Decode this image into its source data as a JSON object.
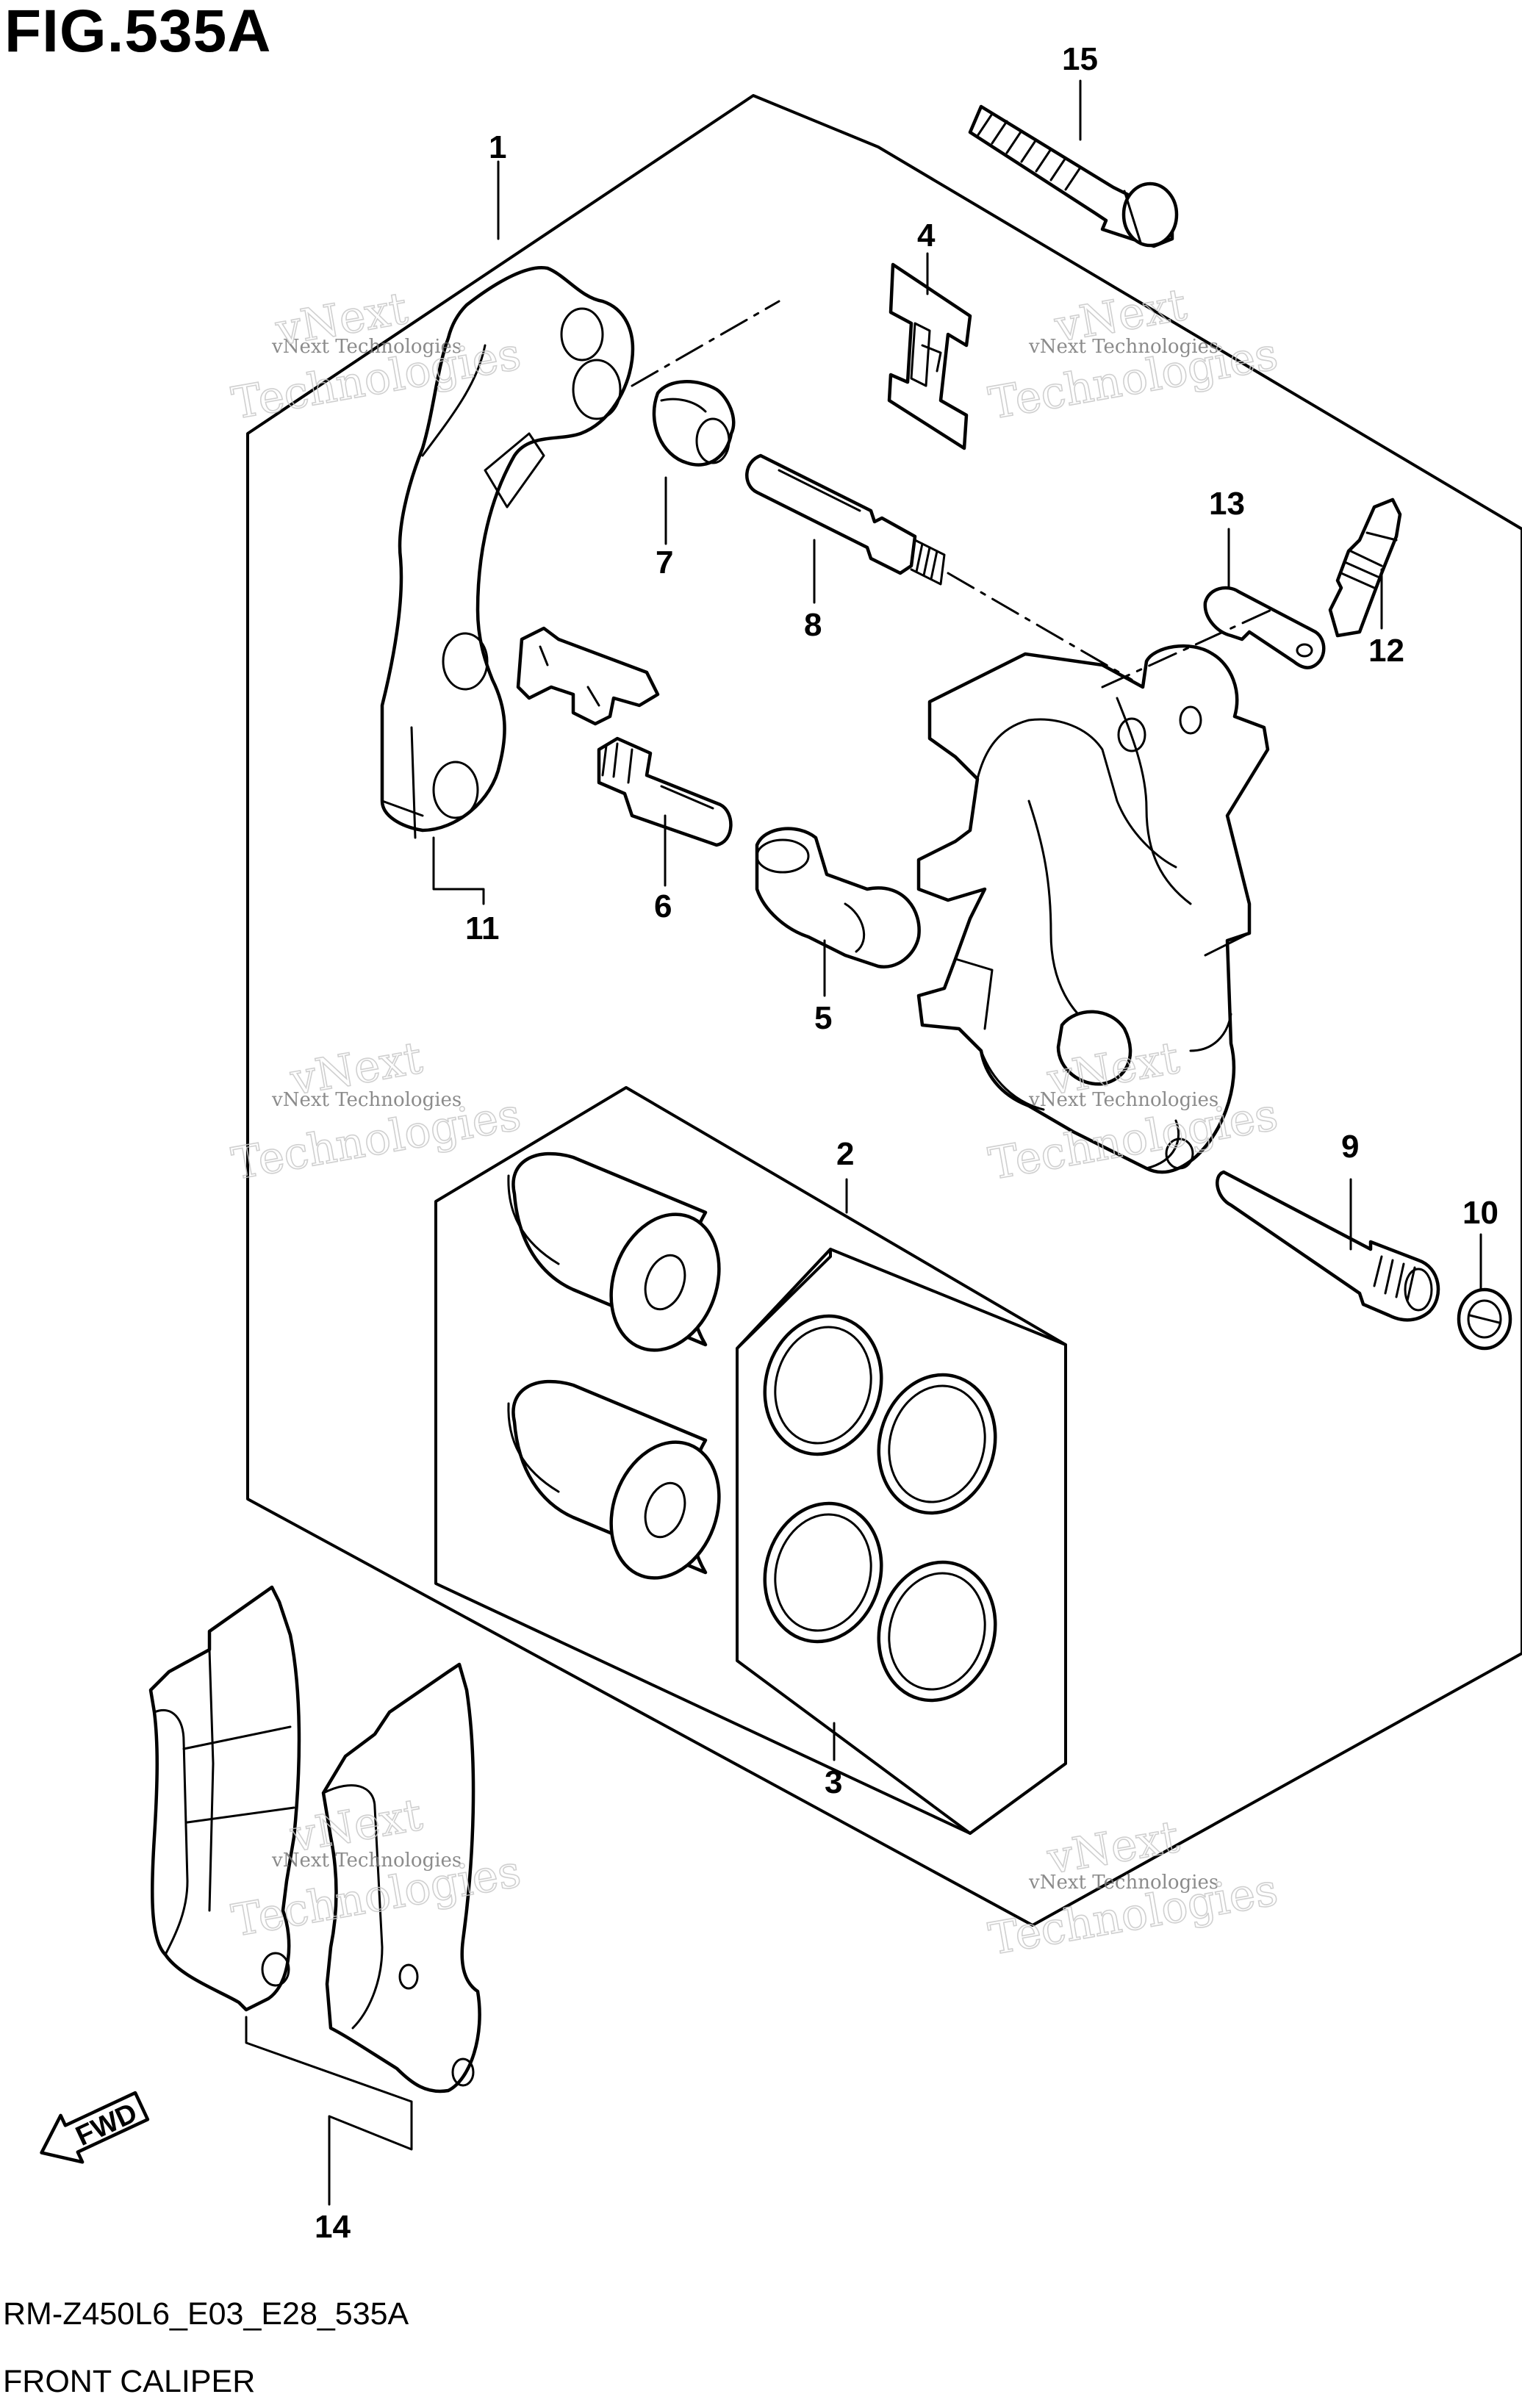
{
  "figure": {
    "title": "FIG.535A",
    "code": "RM-Z450L6_E03_E28_535A",
    "name": "FRONT CALIPER"
  },
  "callouts": [
    {
      "id": "1",
      "label": "1"
    },
    {
      "id": "2",
      "label": "2"
    },
    {
      "id": "3",
      "label": "3"
    },
    {
      "id": "4",
      "label": "4"
    },
    {
      "id": "5",
      "label": "5"
    },
    {
      "id": "6",
      "label": "6"
    },
    {
      "id": "7",
      "label": "7"
    },
    {
      "id": "8",
      "label": "8"
    },
    {
      "id": "9",
      "label": "9"
    },
    {
      "id": "10",
      "label": "10"
    },
    {
      "id": "11",
      "label": "11"
    },
    {
      "id": "12",
      "label": "12"
    },
    {
      "id": "13",
      "label": "13"
    },
    {
      "id": "14",
      "label": "14"
    },
    {
      "id": "15",
      "label": "15"
    }
  ],
  "watermark": {
    "small": "vNext Technologies",
    "big": "Technologies",
    "big_prefix": "vNext"
  },
  "direction_badge": "FWD"
}
